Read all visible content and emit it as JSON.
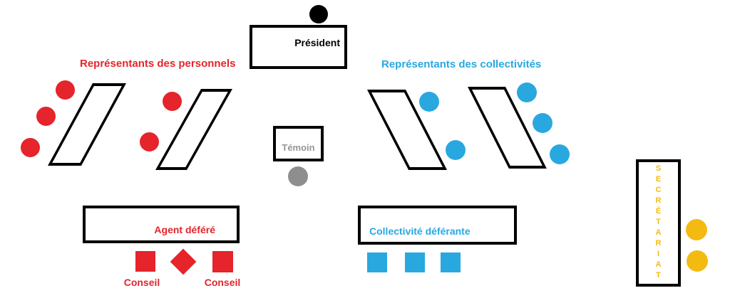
{
  "colors": {
    "red": "#E5242B",
    "blue": "#29A8E0",
    "yellow": "#F3BB12",
    "gray": "#8E8E8E",
    "graytext": "#969696",
    "black": "#000000"
  },
  "diagram": {
    "president": {
      "label": "Président",
      "seats": 1,
      "seat_color": "#000000"
    },
    "witness": {
      "label": "Témoin",
      "seats": 1,
      "seat_color": "#8E8E8E"
    },
    "personnel": {
      "header": "Représentants des personnels",
      "tables": 2,
      "seats": 5,
      "seat_color": "#E5242B"
    },
    "collectivities": {
      "header": "Représentants des collectivités",
      "tables": 2,
      "seats": 5,
      "seat_color": "#29A8E0"
    },
    "agent": {
      "label": "Agent déféré",
      "counsel_left": "Conseil",
      "counsel_right": "Conseil",
      "counsel_seats": 3,
      "seat_color": "#E5242B"
    },
    "deferring_collectivity": {
      "label": "Collectivité déférante",
      "seats": 3,
      "seat_color": "#29A8E0"
    },
    "secretariat": {
      "label": "SECRÉTARIAT",
      "seats": 2,
      "seat_color": "#F3BB12"
    }
  }
}
